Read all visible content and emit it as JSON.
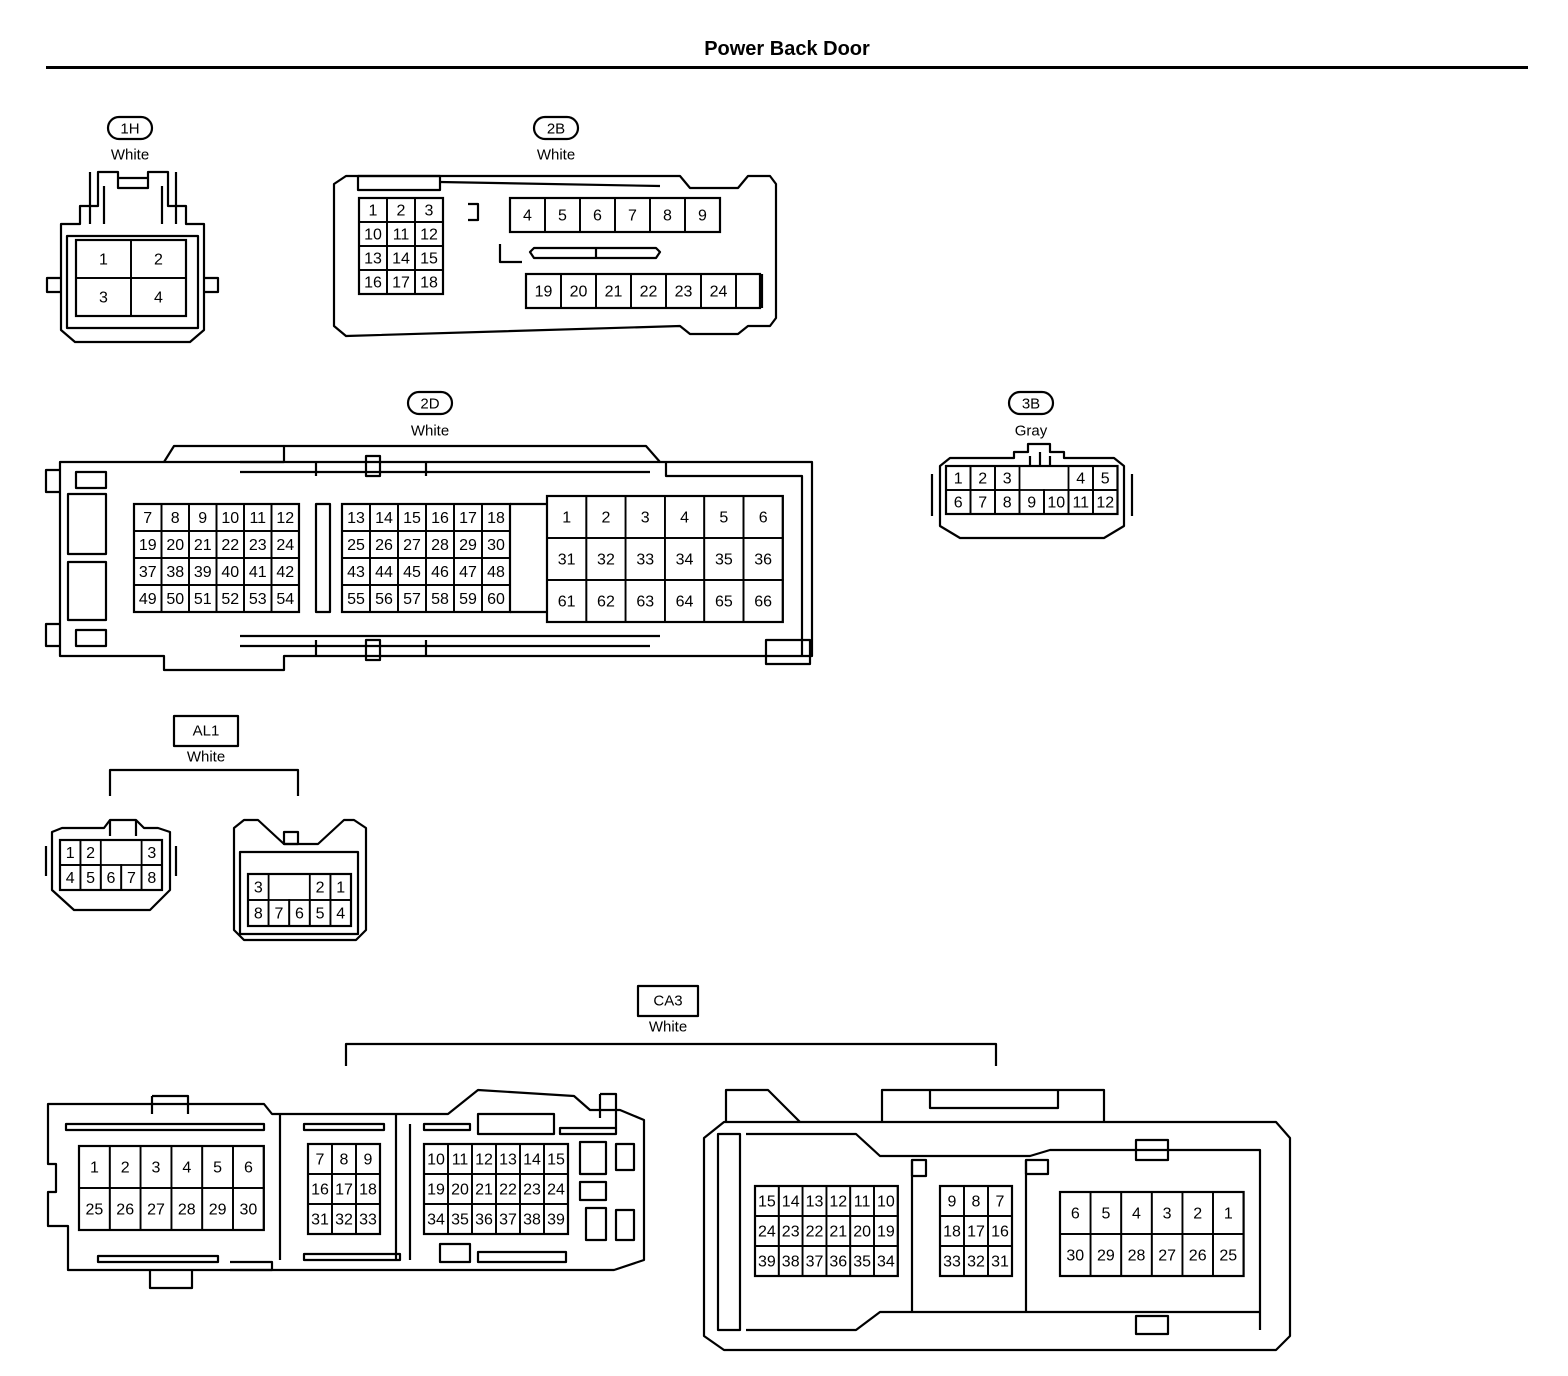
{
  "title": "Power Back Door",
  "connectors": [
    {
      "id": "1H",
      "color": "White"
    },
    {
      "id": "2B",
      "color": "White"
    },
    {
      "id": "2D",
      "color": "White"
    },
    {
      "id": "3B",
      "color": "Gray"
    },
    {
      "id": "AL1",
      "color": "White"
    },
    {
      "id": "CA3",
      "color": "White"
    }
  ],
  "pins": {
    "1H": [
      [
        "1",
        "2"
      ],
      [
        "3",
        "4"
      ]
    ],
    "2B_a": [
      [
        "1",
        "2",
        "3"
      ],
      [
        "10",
        "11",
        "12"
      ],
      [
        "13",
        "14",
        "15"
      ],
      [
        "16",
        "17",
        "18"
      ]
    ],
    "2B_b": [
      [
        "4",
        "5",
        "6",
        "7",
        "8",
        "9"
      ]
    ],
    "2B_c": [
      [
        "19",
        "20",
        "21",
        "22",
        "23",
        "24"
      ]
    ],
    "2D_a": [
      [
        "7",
        "8",
        "9",
        "10",
        "11",
        "12"
      ],
      [
        "19",
        "20",
        "21",
        "22",
        "23",
        "24"
      ],
      [
        "37",
        "38",
        "39",
        "40",
        "41",
        "42"
      ],
      [
        "49",
        "50",
        "51",
        "52",
        "53",
        "54"
      ]
    ],
    "2D_b": [
      [
        "13",
        "14",
        "15",
        "16",
        "17",
        "18"
      ],
      [
        "25",
        "26",
        "27",
        "28",
        "29",
        "30"
      ],
      [
        "43",
        "44",
        "45",
        "46",
        "47",
        "48"
      ],
      [
        "55",
        "56",
        "57",
        "58",
        "59",
        "60"
      ]
    ],
    "2D_c": [
      [
        "1",
        "2",
        "3",
        "4",
        "5",
        "6"
      ],
      [
        "31",
        "32",
        "33",
        "34",
        "35",
        "36"
      ],
      [
        "61",
        "62",
        "63",
        "64",
        "65",
        "66"
      ]
    ],
    "3B": [
      [
        "1",
        "2",
        "3",
        "",
        "",
        "4",
        "5"
      ],
      [
        "6",
        "7",
        "8",
        "9",
        "10",
        "11",
        "12"
      ]
    ],
    "AL1_a": [
      [
        "1",
        "2",
        "",
        "",
        "3"
      ],
      [
        "4",
        "5",
        "6",
        "7",
        "8"
      ]
    ],
    "AL1_b": [
      [
        "3",
        "",
        "",
        "2",
        "1"
      ],
      [
        "8",
        "7",
        "6",
        "5",
        "4"
      ]
    ],
    "CA3_a": [
      [
        "1",
        "2",
        "3",
        "4",
        "5",
        "6"
      ],
      [
        "25",
        "26",
        "27",
        "28",
        "29",
        "30"
      ]
    ],
    "CA3_b": [
      [
        "7",
        "8",
        "9"
      ],
      [
        "16",
        "17",
        "18"
      ],
      [
        "31",
        "32",
        "33"
      ]
    ],
    "CA3_c": [
      [
        "10",
        "11",
        "12",
        "13",
        "14",
        "15"
      ],
      [
        "19",
        "20",
        "21",
        "22",
        "23",
        "24"
      ],
      [
        "34",
        "35",
        "36",
        "37",
        "38",
        "39"
      ]
    ],
    "CA3_d": [
      [
        "15",
        "14",
        "13",
        "12",
        "11",
        "10"
      ],
      [
        "24",
        "23",
        "22",
        "21",
        "20",
        "19"
      ],
      [
        "39",
        "38",
        "37",
        "36",
        "35",
        "34"
      ]
    ],
    "CA3_e": [
      [
        "9",
        "8",
        "7"
      ],
      [
        "18",
        "17",
        "16"
      ],
      [
        "33",
        "32",
        "31"
      ]
    ],
    "CA3_f": [
      [
        "6",
        "5",
        "4",
        "3",
        "2",
        "1"
      ],
      [
        "30",
        "29",
        "28",
        "27",
        "26",
        "25"
      ]
    ]
  }
}
